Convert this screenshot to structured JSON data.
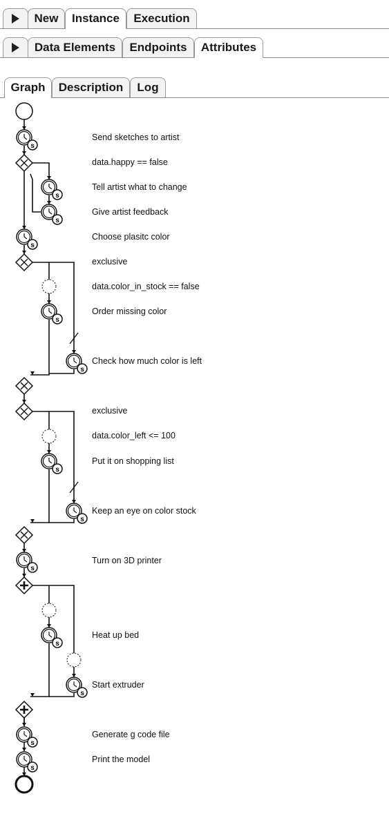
{
  "tabs_row1": [
    {
      "label": ""
    },
    {
      "label": "New"
    },
    {
      "label": "Instance"
    },
    {
      "label": "Execution"
    }
  ],
  "tabs_row2": [
    {
      "label": ""
    },
    {
      "label": "Data Elements"
    },
    {
      "label": "Endpoints"
    },
    {
      "label": "Attributes"
    }
  ],
  "tabs_row3": [
    {
      "label": "Graph"
    },
    {
      "label": "Description"
    },
    {
      "label": "Log"
    }
  ],
  "graph": {
    "labels": [
      "Send sketches to artist",
      "data.happy == false",
      "Tell artist what to change",
      "Give artist feedback",
      "Choose plasitc color",
      "exclusive",
      "data.color_in_stock == false",
      "Order missing color",
      "Check how much color is left",
      "exclusive",
      "data.color_left <= 100",
      "Put it on shopping list",
      "Keep an eye on color stock",
      "Turn on 3D printer",
      "Heat up bed",
      "Start extruder",
      "Generate g code file",
      "Print the model"
    ]
  }
}
